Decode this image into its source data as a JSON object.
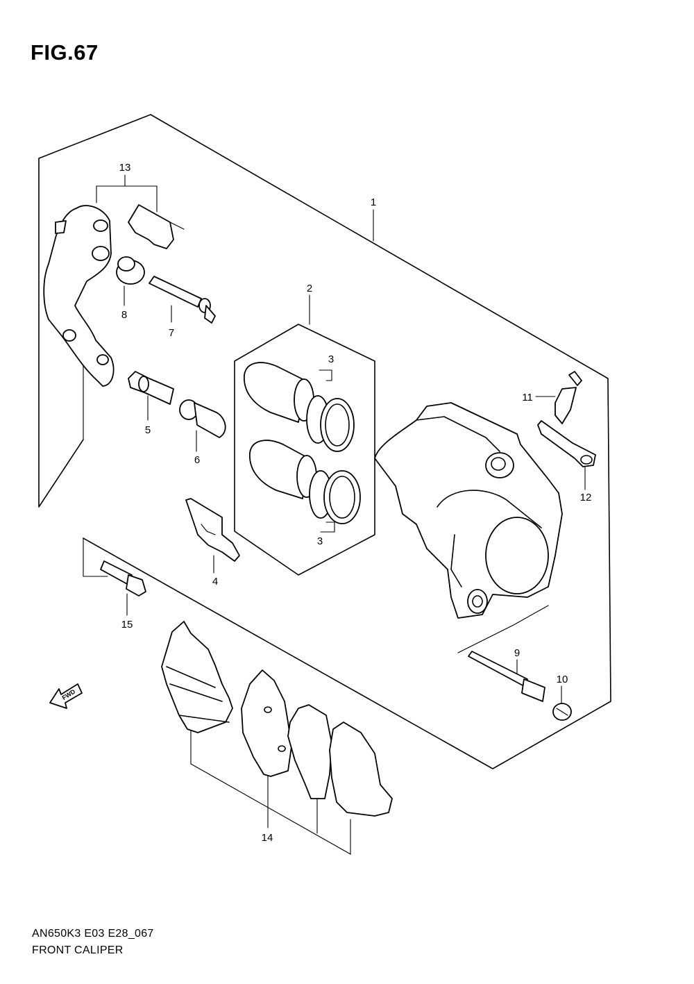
{
  "figure": {
    "title": "FIG.67",
    "code": "AN650K3 E03 E28_067",
    "name": "FRONT CALIPER"
  },
  "direction_badge": "FWD",
  "callouts": [
    "1",
    "2",
    "3",
    "3",
    "4",
    "5",
    "6",
    "7",
    "8",
    "9",
    "10",
    "11",
    "12",
    "13",
    "14",
    "15"
  ]
}
